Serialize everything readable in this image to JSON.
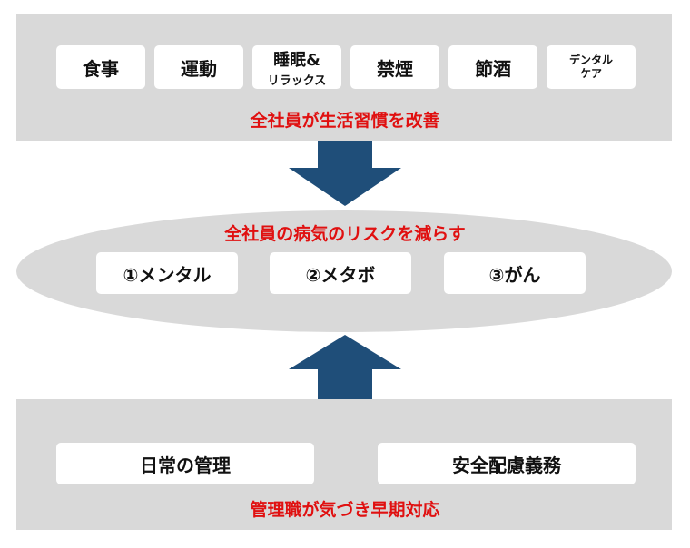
{
  "top_section": {
    "habits": [
      {
        "label": "食事"
      },
      {
        "label": "運動"
      },
      {
        "line1": "睡眠&",
        "line2": "リラックス"
      },
      {
        "label": "禁煙"
      },
      {
        "label": "節酒"
      },
      {
        "line1": "デンタル",
        "line2": "ケア"
      }
    ],
    "caption": "全社員が生活習慣を改善"
  },
  "middle_section": {
    "title": "全社員の病気のリスクを減らす",
    "risks": [
      {
        "label": "①メンタル"
      },
      {
        "label": "②メタボ"
      },
      {
        "label": "③がん"
      }
    ]
  },
  "bottom_section": {
    "items": [
      {
        "label": "日常の管理"
      },
      {
        "label": "安全配慮義務"
      }
    ],
    "caption": "管理職が気づき早期対応"
  },
  "colors": {
    "panel": "#d9d9d9",
    "box": "#ffffff",
    "accent_red": "#e01010",
    "arrow": "#1f4e79"
  }
}
